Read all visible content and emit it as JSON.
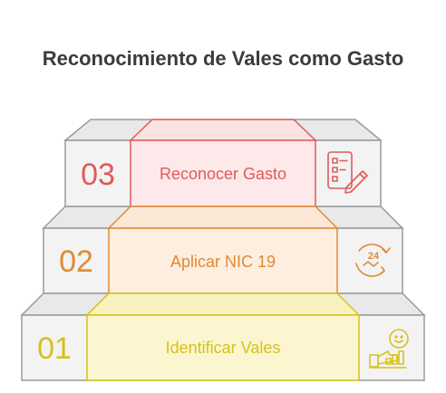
{
  "title": "Reconocimiento de Vales como Gasto",
  "steps": [
    {
      "number": "03",
      "label": "Reconocer Gasto",
      "icon": "checklist-pencil-icon",
      "color": "#e05a5a"
    },
    {
      "number": "02",
      "label": "Aplicar NIC 19",
      "icon": "24-hours-service-icon",
      "color": "#e08a35"
    },
    {
      "number": "01",
      "label": "Identificar Vales",
      "icon": "customer-satisfaction-icon",
      "color": "#d6c21a"
    }
  ]
}
